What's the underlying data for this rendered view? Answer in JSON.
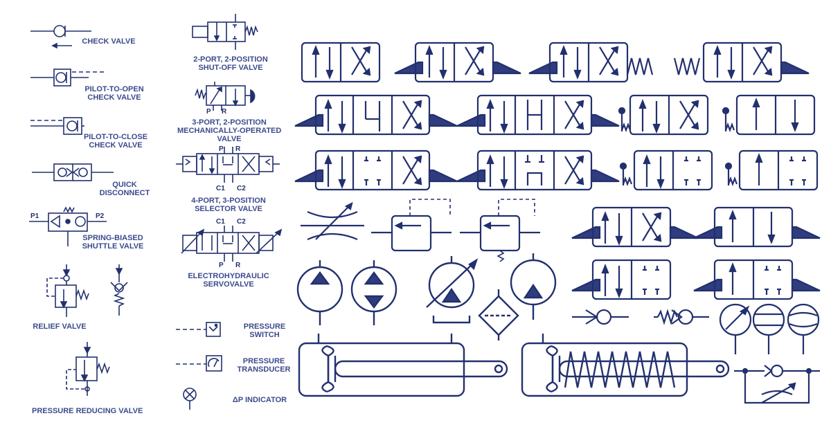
{
  "symbols": {
    "check_valve": "CHECK VALVE",
    "pilot_to_open": [
      "PILOT-TO-OPEN",
      "CHECK VALVE"
    ],
    "pilot_to_close": [
      "PILOT-TO-CLOSE",
      "CHECK VALVE"
    ],
    "quick_disconnect": [
      "QUICK",
      "DISCONNECT"
    ],
    "shuttle_valve": [
      "SPRING-BIASED",
      "SHUTTLE VALVE"
    ],
    "relief_valve": "RELIEF VALVE",
    "pressure_reducing_valve": "PRESSURE REDUCING VALVE",
    "shutoff_valve": [
      "2-PORT, 2-POSITION",
      "SHUT-OFF VALVE"
    ],
    "mech_valve": [
      "3-PORT, 2-POSITION",
      "MECHANICALLY-OPERATED",
      "VALVE"
    ],
    "selector_valve": [
      "4-PORT, 3-POSITION",
      "SELECTOR VALVE"
    ],
    "servovalve": [
      "ELECTROHYDRAULIC",
      "SERVOVALVE"
    ],
    "pressure_switch": [
      "PRESSURE",
      "SWITCH"
    ],
    "pressure_transducer": [
      "PRESSURE",
      "TRANSDUCER"
    ],
    "dp_indicator": "ΔP INDICATOR"
  },
  "ports": {
    "p1": "P1",
    "p2": "P2",
    "p": "P",
    "r": "R",
    "c1": "C1",
    "c2": "C2"
  },
  "colors": {
    "ink": "#22306e",
    "label": "#3c4a8c",
    "background": "#ffffff"
  }
}
